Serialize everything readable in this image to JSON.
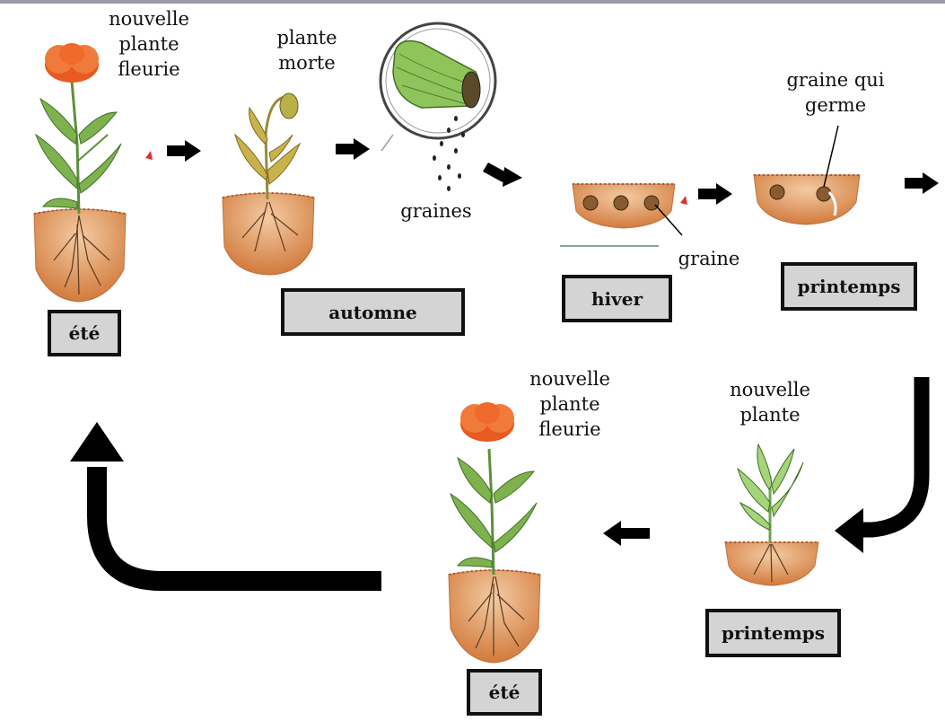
{
  "labels": {
    "top_flower": [
      "nouvelle",
      "plante",
      "fleurie"
    ],
    "dead_plant": [
      "plante",
      "morte"
    ],
    "seeds": "graines",
    "seed": "graine",
    "germinating_seed": [
      "graine qui",
      "germe"
    ],
    "young_plant": [
      "nouvelle",
      "plante"
    ],
    "bottom_flower": [
      "nouvelle",
      "plante",
      "fleurie"
    ]
  },
  "seasons": {
    "summer_top": "été",
    "autumn": "automne",
    "winter": "hiver",
    "spring_top": "printemps",
    "spring_bottom": "printemps",
    "summer_bottom": "été"
  },
  "colors": {
    "soil": "#d98a4f",
    "soil_light": "#f0c39a",
    "stem": "#6fa34a",
    "petal": "#e85a20",
    "dead": "#c9b24a",
    "capsule": "#8fc45a",
    "box_fill": "#d4d4d4",
    "arrow": "#000000"
  }
}
